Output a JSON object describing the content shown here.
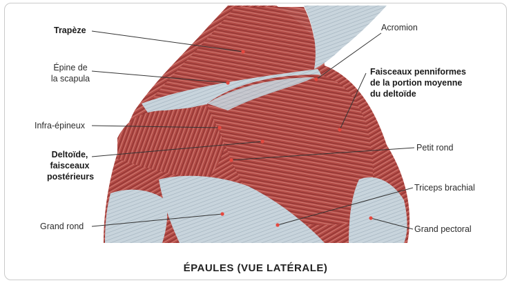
{
  "diagram": {
    "caption": "ÉPAULES (VUE LATÉRALE)",
    "labels": {
      "trapeze": "Trapèze",
      "epine_line1": "Épine de",
      "epine_line2": "la scapula",
      "infra": "Infra-épineux",
      "deltoide_post_line1": "Deltoïde,",
      "deltoide_post_line2": "faisceaux",
      "deltoide_post_line3": "postérieurs",
      "grand_rond": "Grand rond",
      "acromion": "Acromion",
      "faisceaux_line1": "Faisceaux penniformes",
      "faisceaux_line2": "de la portion moyenne",
      "faisceaux_line3": "du deltoïde",
      "petit_rond": "Petit rond",
      "triceps": "Triceps brachial",
      "grand_pectoral": "Grand pectoral"
    },
    "colors": {
      "muscle": "#b24a45",
      "muscle_dark": "#7e2a29",
      "muscle_light": "#d98b82",
      "tendon": "#c8d4dc",
      "tendon_shade": "#9fb0bc",
      "leader": "#333333",
      "dot": "#e4483f"
    }
  }
}
